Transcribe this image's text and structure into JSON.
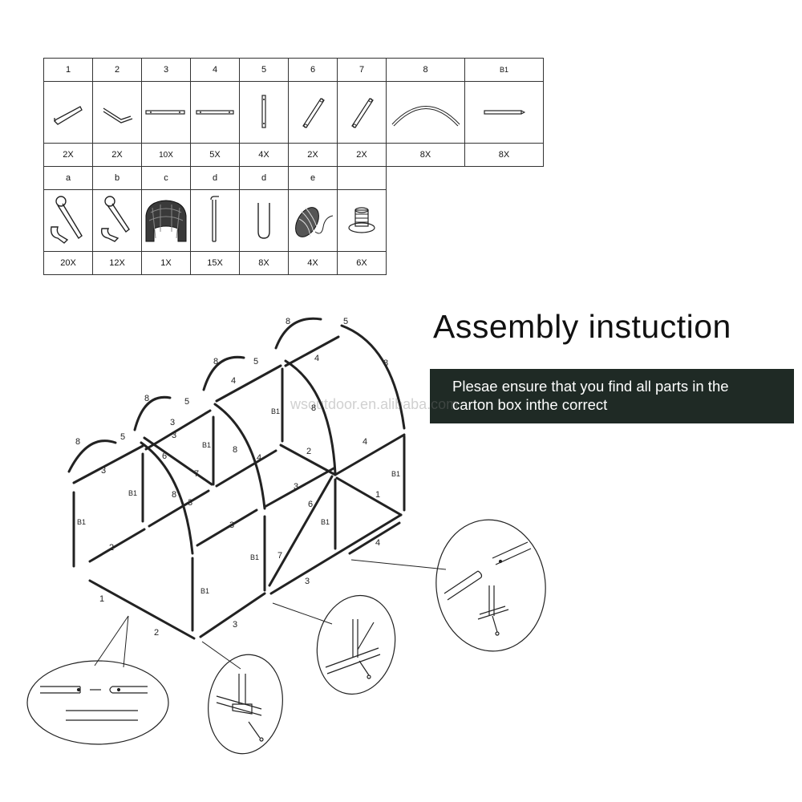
{
  "title": "Assembly instuction",
  "notice": {
    "line1": "Plesae ensure that you find all parts in the",
    "line2": "carton box inthe correct"
  },
  "watermark": "wsoutdoor.en.alibaba.com",
  "parts_row1": [
    {
      "id": "1",
      "qty": "2X",
      "icon": "corner-connector-icon"
    },
    {
      "id": "2",
      "qty": "2X",
      "icon": "corner-connector-icon"
    },
    {
      "id": "3",
      "qty": "10X",
      "icon": "straight-tube-icon"
    },
    {
      "id": "4",
      "qty": "5X",
      "icon": "straight-tube-icon"
    },
    {
      "id": "5",
      "qty": "4X",
      "icon": "short-tube-icon"
    },
    {
      "id": "6",
      "qty": "2X",
      "icon": "diagonal-tube-icon"
    },
    {
      "id": "7",
      "qty": "2X",
      "icon": "diagonal-tube-icon"
    },
    {
      "id": "8",
      "qty": "8X",
      "icon": "arch-tube-icon"
    },
    {
      "id": "B1",
      "qty": "8X",
      "icon": "upright-tube-icon"
    }
  ],
  "parts_row2": [
    {
      "id": "a",
      "qty": "20X",
      "icon": "bolt-clip-icon"
    },
    {
      "id": "b",
      "qty": "12X",
      "icon": "bolt-clip-icon"
    },
    {
      "id": "c",
      "qty": "1X",
      "icon": "greenhouse-cover-icon"
    },
    {
      "id": "d",
      "qty": "15X",
      "icon": "ground-peg-icon"
    },
    {
      "id": "d",
      "qty": "8X",
      "icon": "u-peg-icon"
    },
    {
      "id": "e",
      "qty": "4X",
      "icon": "rope-icon"
    },
    {
      "id": "",
      "qty": "6X",
      "icon": "cap-icon"
    }
  ],
  "frame_labels": {
    "n1": "1",
    "n2": "2",
    "n3": "3",
    "n4": "4",
    "n5": "5",
    "n6": "6",
    "n7": "7",
    "n8": "8",
    "b1": "B1"
  }
}
